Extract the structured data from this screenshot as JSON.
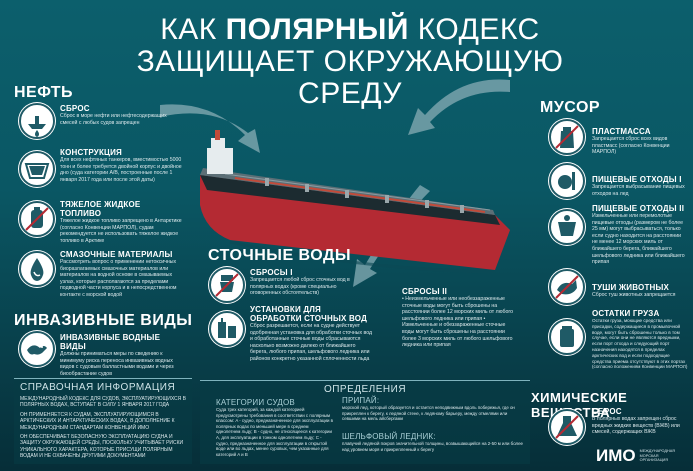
{
  "title": {
    "line1_pre": "КАК",
    "line1_bold": "ПОЛЯРНЫЙ",
    "line1_post": "КОДЕКС",
    "line2": "ЗАЩИЩАЕТ ОКРУЖАЮЩУЮ СРЕДУ"
  },
  "oil": {
    "heading": "НЕФТЬ",
    "items": [
      {
        "title": "СБРОС",
        "text": "Сброс в море нефти или нефтесодержащих смесей с любых судов запрещен"
      },
      {
        "title": "КОНСТРУКЦИЯ",
        "text": "Для всех нефтяных танкеров, вместимостью 5000 тонн и более требуется двойной корпус и двойное дно (суда категории A/B, построенные после 1 января 2017 года или после этой даты)"
      },
      {
        "title": "ТЯЖЕЛОЕ ЖИДКОЕ ТОПЛИВО",
        "text": "Тяжелое жидкое топливо запрещено в Антарктике (согласно Конвенции МАРПОЛ), судам рекомендуется не использовать тяжелое жидкое топливо в Арктике"
      },
      {
        "title": "СМАЗОЧНЫЕ МАТЕРИАЛЫ",
        "text": "Рассмотреть вопрос о применении нетоксичных биоразлагаемых смазочных материалов или материалов на водной основе в смазываемых узлах, которые располагаются за пределами подводной части корпуса и в непосредственном контакте с морской водой"
      }
    ]
  },
  "invasive": {
    "heading": "ИНВАЗИВНЫЕ ВИДЫ",
    "item_title": "ИНВАЗИВНЫЕ ВОДНЫЕ ВИДЫ",
    "item_text": "Должны приниматься меры по сведению к минимуму риска переноса инвазивных водных видов с судовым балластными водами и через биообрастание судов"
  },
  "sewage": {
    "heading": "СТОЧНЫЕ ВОДЫ",
    "s1_title": "СБРОСЫ I",
    "s1_text": "Запрещается любой сброс сточных вод в полярных водах (кроме специально оговоренных обстоятельств)",
    "install_title": "УСТАНОВКИ ДЛЯ ОБРАБОТКИ СТОЧНЫХ ВОД",
    "install_text": "Сброс разрешается, если на судне действует одобренная установка для обработки сточных вод и обработанные сточные воды сбрасываются насколько возможно далеко от ближайшего берега, любого припая, шельфового ледника или районов конкретно указанной сплоченности льда",
    "s2_title": "СБРОСЫ II",
    "s2_text": "• Неизмельченные или необеззараженные сточные воды могут быть сброшены на расстоянии более 12 морских миль от любого шельфового ледника или припая • Измельченные и обеззараженные сточные воды могут быть сброшены на расстоянии более 3 морских миль от любого шельфового ледника или припая"
  },
  "garbage": {
    "heading": "МУСОР",
    "items": [
      {
        "title": "ПЛАСТМАССА",
        "text": "Запрещается сброс всех видов пластмасс (согласно Конвенции МАРПОЛ)"
      },
      {
        "title": "ПИЩЕВЫЕ ОТХОДЫ I",
        "text": "Запрещается выбрасывание пищевых отходов на лед"
      },
      {
        "title": "ПИЩЕВЫЕ ОТХОДЫ II",
        "text": "Измельченные или перемолотые пищевые отходы (размером не более 25 мм) могут выбрасываться, только если судно находится на расстоянии не менее 12 морских миль от ближайшего берега, ближайшего шельфового ледника или ближайшего припая"
      },
      {
        "title": "ТУШИ ЖИВОТНЫХ",
        "text": "Сброс туш животных запрещается"
      },
      {
        "title": "ОСТАТКИ ГРУЗА",
        "text": "Остатки груза, моющие средства или присадки, содержащиеся в промывочной воде, могут быть сброшены только в том случае, если они не являются вредными, если порт отхода и следующий порт назначения находятся в пределах арктических вод и если подходящие средства приема отсутствуют в этих портах (согласно положениям Конвенции МАРПОЛ)"
      }
    ]
  },
  "chemical": {
    "heading": "ХИМИЧЕСКИЕ ВЕЩЕСТВА",
    "item_title": "СБРОС",
    "item_text": "В полярных водах запрещен сброс вредных жидких веществ (ВЖВ) или смесей, содержащих ВЖВ"
  },
  "reference": {
    "heading": "СПРАВОЧНАЯ ИНФОРМАЦИЯ",
    "lines": [
      "МЕЖДУНАРОДНЫЙ КОДЕКС ДЛЯ СУДОВ, ЭКСПЛУАТИРУЮЩИХСЯ В ПОЛЯРНЫХ ВОДАХ, ВСТУПАЕТ В СИЛУ 1 ЯНВАРЯ 2017 ГОДА",
      "ОН ПРИМЕНЯЕТСЯ К СУДАМ, ЭКСПЛУАТИРУЮЩИМСЯ В АРКТИЧЕСКИХ И АНТАРКТИЧЕСКИХ ВОДАХ, В ДОПОЛНЕНИЕ К МЕЖДУНАРОДНЫМ СТАНДАРТАМ КОНВЕНЦИЙ ИМО",
      "ОН ОБЕСПЕЧИВАЕТ БЕЗОПАСНУЮ ЭКСПЛУАТАЦИЮ СУДНА И ЗАЩИТУ ОКРУЖАЮЩЕЙ СРЕДЫ, ПОСКОЛЬКУ УЧИТЫВАЕТ РИСКИ УНИКАЛЬНОГО ХАРАКТЕРА, КОТОРЫЕ ПРИСУЩИ ПОЛЯРНЫМ ВОДАМ И НЕ ОХВАЧЕНЫ ДРУГИМИ ДОКУМЕНТАМИ"
    ]
  },
  "definitions": {
    "heading": "ОПРЕДЕЛЕНИЯ",
    "categories_title": "КАТЕГОРИИ СУДОВ",
    "categories_text": "Суда трех категорий, за каждой категорией предусмотрены требования в соответствии с полярным классом: A - судно, предназначенное для эксплуатации в полярных водах по меньшей мере в среднем однолетнем льду; B - судно, не относящееся к категории A, для эксплуатации в тонком однолетнем льду; C - судно, предназначенное для эксплуатации в открытой воде или во льдах, менее суровых, чем указанные для категорий A и B",
    "ice_title": "ПРИПАЙ:",
    "ice_text": "морской лед, который образуется и остается неподвижным вдоль побережья, где он прикреплен к берегу, к ледяной стене, к ледяному барьеру, между отмелями или севшими на мель айсбергами",
    "shelf_title": "ШЕЛЬФОВЫЙ ЛЕДНИК:",
    "shelf_text": "плавучий ледяной покров значительной толщины, возвышающийся на 2-50 м или более над уровнем моря и прикрепленный к берегу"
  },
  "imo": {
    "logo": "ИМО",
    "sub": "МЕЖДУНАРОДНАЯ МОРСКАЯ ОРГАНИЗАЦИЯ"
  },
  "colors": {
    "bg_top": "#0c5f6c",
    "bg_bottom": "#062e38",
    "hull": "#b42a33",
    "hull_top": "#1c2b30"
  }
}
